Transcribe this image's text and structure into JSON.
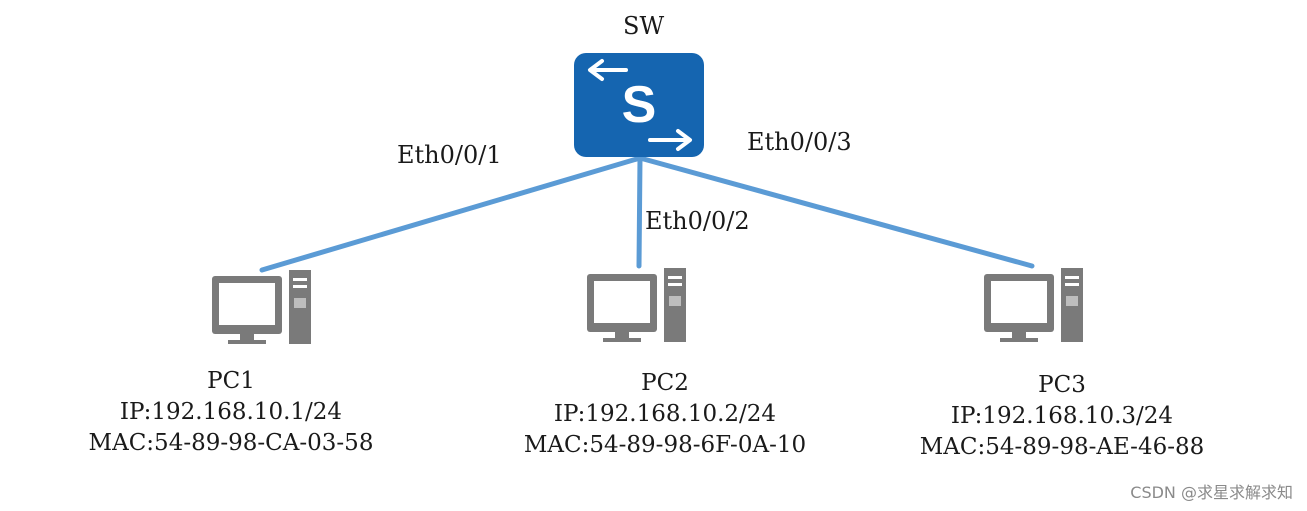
{
  "switch": {
    "name": "SW",
    "glyph": "S",
    "color": "#1565b0"
  },
  "links": [
    {
      "port": "Eth0/0/1",
      "to": "PC1"
    },
    {
      "port": "Eth0/0/2",
      "to": "PC2"
    },
    {
      "port": "Eth0/0/3",
      "to": "PC3"
    }
  ],
  "pcs": [
    {
      "name": "PC1",
      "ip": "IP:192.168.10.1/24",
      "mac": "MAC:54-89-98-CA-03-58"
    },
    {
      "name": "PC2",
      "ip": "IP:192.168.10.2/24",
      "mac": "MAC:54-89-98-6F-0A-10"
    },
    {
      "name": "PC3",
      "ip": "IP:192.168.10.3/24",
      "mac": "MAC:54-89-98-AE-46-88"
    }
  ],
  "colors": {
    "link": "#5b9bd5",
    "pc_icon": "#7a7a7a"
  },
  "watermark": "CSDN @求星求解求知"
}
